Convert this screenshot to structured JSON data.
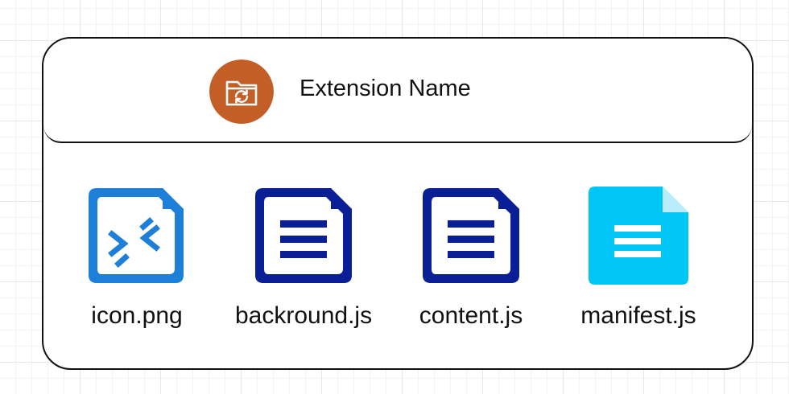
{
  "extension": {
    "title": "Extension Name",
    "icon": "folder-sync-icon",
    "icon_color": "#C25E26"
  },
  "files": [
    {
      "label": "icon.png",
      "icon": "remote-arrows-file-icon",
      "color": "#1E7FD8"
    },
    {
      "label": "backround.js",
      "icon": "text-document-icon",
      "color": "#0A1E96"
    },
    {
      "label": "content.js",
      "icon": "text-document-icon",
      "color": "#0A1E96"
    },
    {
      "label": "manifest.js",
      "icon": "filled-document-icon",
      "color": "#00C6F5"
    }
  ]
}
